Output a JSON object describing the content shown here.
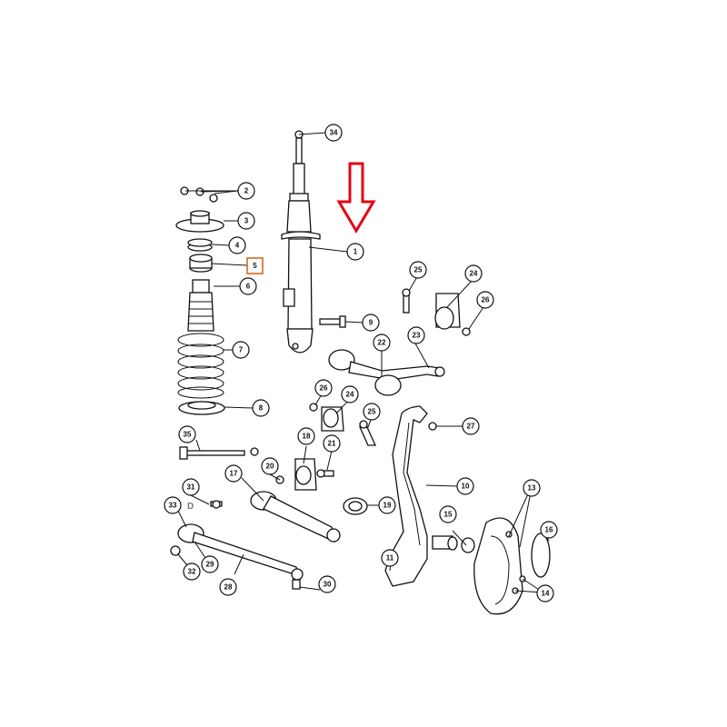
{
  "diagram": {
    "callouts": [
      {
        "id": "c1",
        "label": "1"
      },
      {
        "id": "c2",
        "label": "2"
      },
      {
        "id": "c3",
        "label": "3"
      },
      {
        "id": "c4",
        "label": "4"
      },
      {
        "id": "c5",
        "label": "5",
        "highlighted": true
      },
      {
        "id": "c6",
        "label": "6"
      },
      {
        "id": "c7",
        "label": "7"
      },
      {
        "id": "c8",
        "label": "8"
      },
      {
        "id": "c9",
        "label": "9"
      },
      {
        "id": "c10",
        "label": "10"
      },
      {
        "id": "c11",
        "label": "11"
      },
      {
        "id": "c13",
        "label": "13"
      },
      {
        "id": "c14",
        "label": "14"
      },
      {
        "id": "c15",
        "label": "15"
      },
      {
        "id": "c16",
        "label": "16"
      },
      {
        "id": "c17",
        "label": "17"
      },
      {
        "id": "c18",
        "label": "18"
      },
      {
        "id": "c19",
        "label": "19"
      },
      {
        "id": "c20",
        "label": "20"
      },
      {
        "id": "c21",
        "label": "21"
      },
      {
        "id": "c22",
        "label": "22"
      },
      {
        "id": "c23",
        "label": "23"
      },
      {
        "id": "c24a",
        "label": "24"
      },
      {
        "id": "c24b",
        "label": "24"
      },
      {
        "id": "c25a",
        "label": "25"
      },
      {
        "id": "c25b",
        "label": "25"
      },
      {
        "id": "c26a",
        "label": "26"
      },
      {
        "id": "c26b",
        "label": "26"
      },
      {
        "id": "c27",
        "label": "27"
      },
      {
        "id": "c28",
        "label": "28"
      },
      {
        "id": "c29",
        "label": "29"
      },
      {
        "id": "c30",
        "label": "30"
      },
      {
        "id": "c31",
        "label": "31"
      },
      {
        "id": "c32",
        "label": "32"
      },
      {
        "id": "c33",
        "label": "33"
      },
      {
        "id": "c34",
        "label": "34"
      },
      {
        "id": "c35",
        "label": "35"
      }
    ],
    "detail_mark": "D",
    "colors": {
      "arrow": "#e30613",
      "highlight_box": "#d2691e",
      "line": "#111111"
    },
    "indicator": "red-down-arrow"
  }
}
